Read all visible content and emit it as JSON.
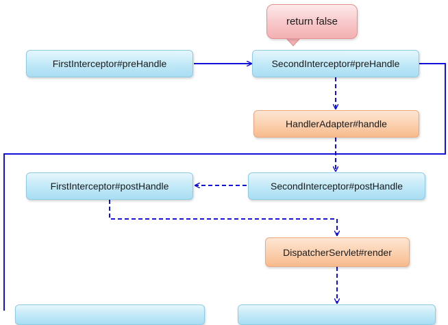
{
  "callout": {
    "text": "return false"
  },
  "nodes": {
    "first_pre": "FirstInterceptor#preHandle",
    "second_pre": "SecondInterceptor#preHandle",
    "handler_adapter": "HandlerAdapter#handle",
    "first_post": "FirstInterceptor#postHandle",
    "second_post": "SecondInterceptor#postHandle",
    "render": "DispatcherServlet#render"
  },
  "colors": {
    "connector": "#1010d8",
    "node_blue": "#bfe8f7",
    "node_orange": "#fbcfad",
    "callout_pink": "#f8c7c9"
  }
}
